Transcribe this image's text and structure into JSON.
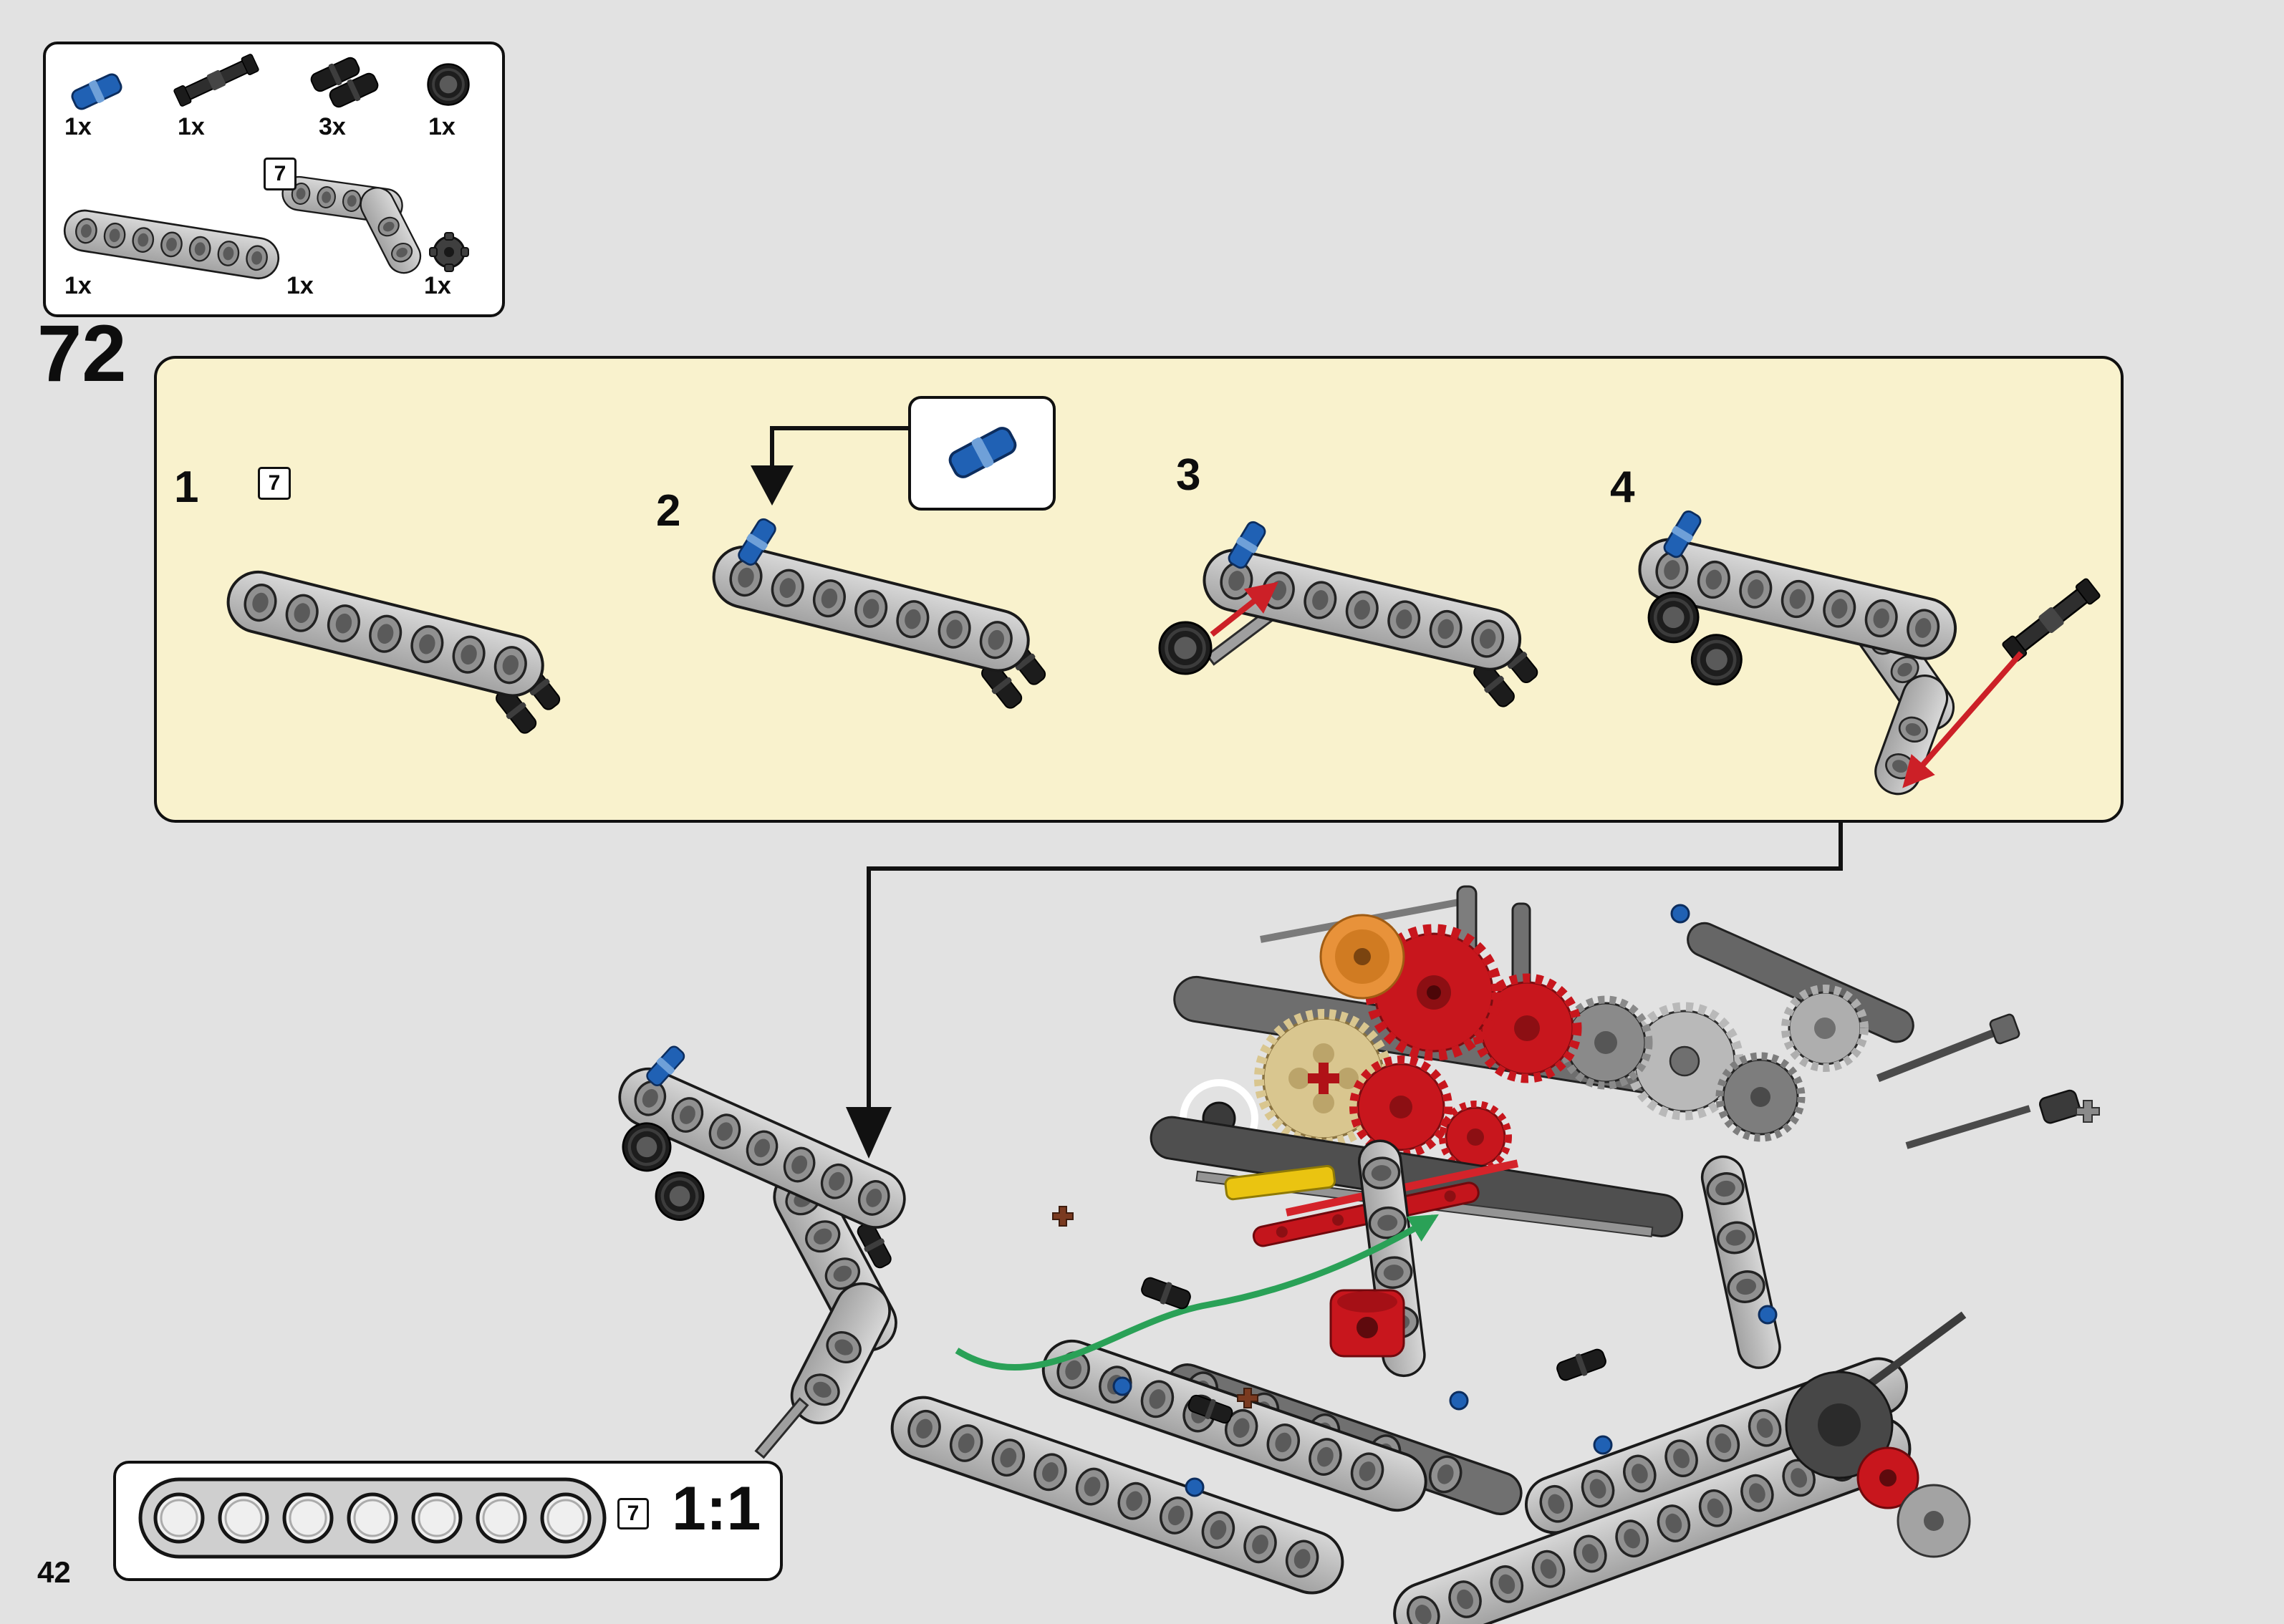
{
  "page": {
    "number": "42",
    "step_number": "72"
  },
  "colors": {
    "background": "#e2e2e2",
    "panel_yellow": "#f9f2cd",
    "arrow_red": "#cc2027",
    "pin_blue": "#2061b4",
    "cable_green": "#2aa157",
    "gear_red": "#c8161d",
    "gear_tan": "#d9c68f",
    "clutch_orange": "#e8923a"
  },
  "parts_box": {
    "badge": "7",
    "items": [
      {
        "part": "blue-pin",
        "count": "1x"
      },
      {
        "part": "black-axle-pin",
        "count": "1x"
      },
      {
        "part": "black-pin",
        "count": "3x"
      },
      {
        "part": "black-bushing",
        "count": "1x"
      },
      {
        "part": "beam-7-hole",
        "count": "1x",
        "badge": "7"
      },
      {
        "part": "angled-beam",
        "count": "1x"
      },
      {
        "part": "knob-wheel",
        "count": "1x"
      }
    ]
  },
  "steps_panel": {
    "substeps": [
      {
        "number": "1",
        "badge": "7"
      },
      {
        "number": "2"
      },
      {
        "number": "3"
      },
      {
        "number": "4"
      }
    ]
  },
  "scale_box": {
    "badge": "7",
    "label": "1:1"
  }
}
